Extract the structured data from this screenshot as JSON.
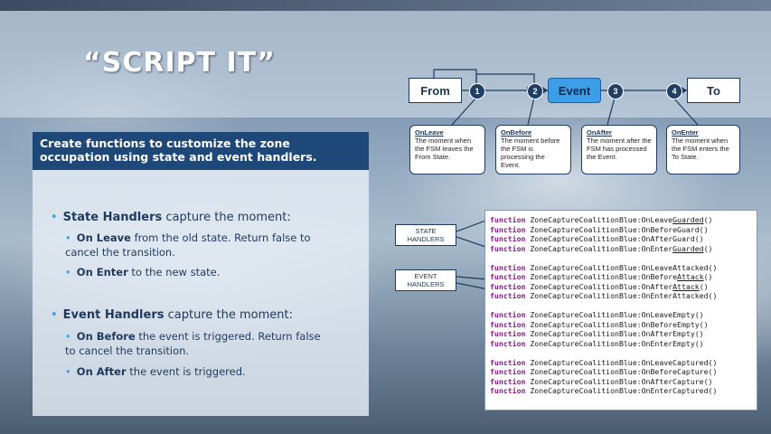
{
  "slide": {
    "title": "“SCRIPT IT”"
  },
  "fsm": {
    "from": "From",
    "event": "Event",
    "to": "To",
    "steps": [
      "1",
      "2",
      "3",
      "4"
    ],
    "callouts": [
      {
        "title": "OnLeave",
        "text": "The moment when the FSM leaves the From State."
      },
      {
        "title": "OnBefore",
        "text": "The moment before the FSM is processing the Event."
      },
      {
        "title": "OnAfter",
        "text": "The moment after the FSM has processed the Event."
      },
      {
        "title": "OnEnter",
        "text": "The moment when the FSM enters the To State."
      }
    ]
  },
  "panel": {
    "heading": "Create functions to customize the zone occupation using state and event handlers.",
    "state_handlers": {
      "lead_bold": "State Handlers",
      "lead_rest": " capture the moment:",
      "on_leave_bold": "On Leave",
      "on_leave_rest": " from the old state. Return false to",
      "on_leave_rest2": "cancel the transition.",
      "on_enter_bold": "On Enter",
      "on_enter_rest": " to the new state."
    },
    "event_handlers": {
      "lead_bold": "Event Handlers",
      "lead_rest": " capture the moment:",
      "on_before_bold": "On Before",
      "on_before_rest": " the event is triggered.  Return false",
      "on_before_rest2": "to cancel the transition.",
      "on_after_bold": "On After",
      "on_after_rest": " the event is triggered."
    }
  },
  "labels": {
    "state_handlers": [
      "STATE",
      "HANDLERS"
    ],
    "event_handlers": [
      "EVENT",
      "HANDLERS"
    ]
  },
  "code": {
    "keyword": "function",
    "prefix": " ZoneCaptureCoalitionBlue:",
    "groups": [
      [
        {
          "pre": "OnLeave",
          "ul": "Guarded",
          "post": "()"
        },
        {
          "pre": "OnBeforeGuard()",
          "ul": "",
          "post": ""
        },
        {
          "pre": "OnAfterGuard()",
          "ul": "",
          "post": ""
        },
        {
          "pre": "OnEnter",
          "ul": "Guarded",
          "post": "()"
        }
      ],
      [
        {
          "pre": "OnLeaveAttacked()",
          "ul": "",
          "post": ""
        },
        {
          "pre": "OnBefore",
          "ul": "Attack",
          "post": "()"
        },
        {
          "pre": "OnAfter",
          "ul": "Attack",
          "post": "()"
        },
        {
          "pre": "OnEnterAttacked()",
          "ul": "",
          "post": ""
        }
      ],
      [
        {
          "pre": "OnLeaveEmpty()",
          "ul": "",
          "post": ""
        },
        {
          "pre": "OnBeforeEmpty()",
          "ul": "",
          "post": ""
        },
        {
          "pre": "OnAfterEmpty()",
          "ul": "",
          "post": ""
        },
        {
          "pre": "OnEnterEmpty()",
          "ul": "",
          "post": ""
        }
      ],
      [
        {
          "pre": "OnLeaveCaptured()",
          "ul": "",
          "post": ""
        },
        {
          "pre": "OnBeforeCapture()",
          "ul": "",
          "post": ""
        },
        {
          "pre": "OnAfterCapture()",
          "ul": "",
          "post": ""
        },
        {
          "pre": "OnEnterCaptured()",
          "ul": "",
          "post": ""
        }
      ]
    ]
  },
  "colors": {
    "accent": "#3d9ee8",
    "heading_bg": "#1d4878",
    "keyword": "#8b1a8b"
  }
}
